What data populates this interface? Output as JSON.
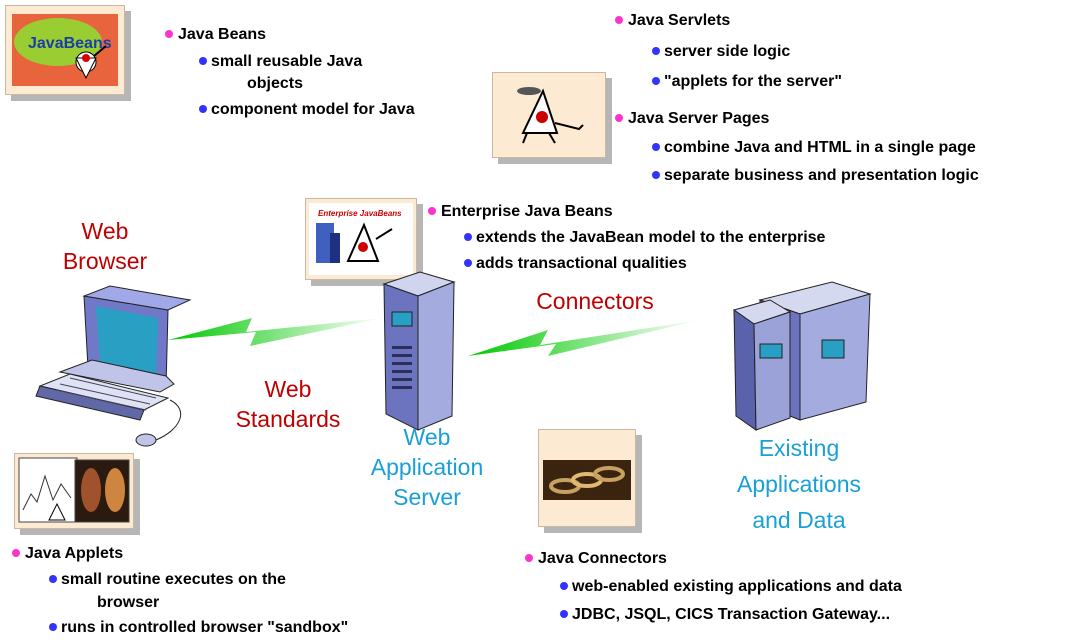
{
  "javabeans": {
    "title": "Java Beans",
    "items": [
      "small reusable Java",
      "objects",
      "component model for Java"
    ]
  },
  "servlets": {
    "title": "Java Servlets",
    "items": [
      "server side logic",
      "\"applets for the server\""
    ]
  },
  "jsp": {
    "title": "Java Server Pages",
    "items": [
      "combine Java and HTML in a single page",
      "separate business and presentation logic"
    ]
  },
  "ejb": {
    "title": "Enterprise Java Beans",
    "items": [
      "extends the JavaBean model to the enterprise",
      "adds transactional qualities"
    ],
    "logo_text": "Enterprise JavaBeans"
  },
  "labels": {
    "web_browser": [
      "Web",
      "Browser"
    ],
    "web_standards": [
      "Web",
      "Standards"
    ],
    "connectors": "Connectors",
    "web_app_server": [
      "Web",
      "Application",
      "Server"
    ],
    "existing": [
      "Existing",
      "Applications",
      "and Data"
    ]
  },
  "applets": {
    "title": "Java Applets",
    "items": [
      "small routine executes on the",
      "browser",
      "runs in controlled browser \"sandbox\""
    ]
  },
  "connectors_list": {
    "title": "Java Connectors",
    "items": [
      "web-enabled existing applications and data",
      "JDBC, JSQL, CICS Transaction Gateway..."
    ]
  },
  "javabeans_logo_text": "JavaBeans",
  "colors": {
    "pink_bullet": "#ff33cc",
    "blue_bullet": "#3333ff",
    "red_label": "#c00000",
    "cyan_label": "#1aa0d8"
  }
}
